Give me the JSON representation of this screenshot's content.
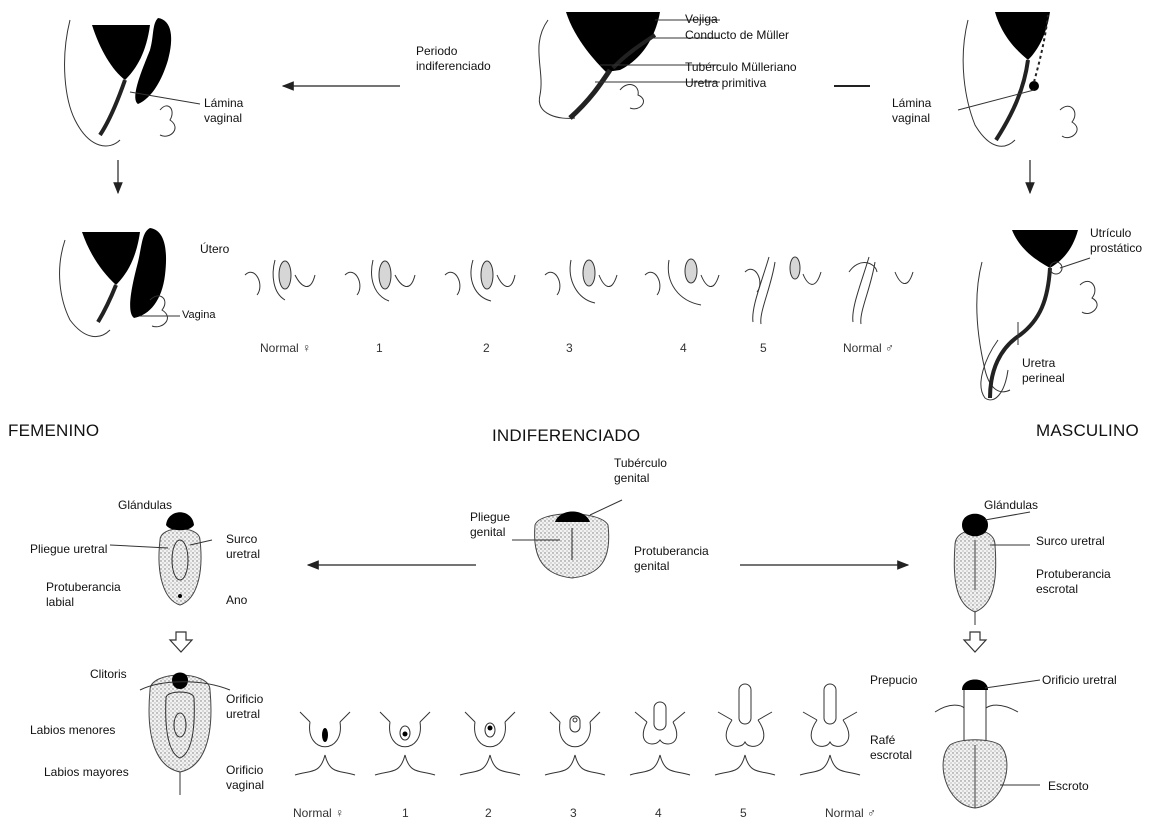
{
  "internal": {
    "top_labels": [
      "Vejiga",
      "Conducto de Müller",
      "Tubérculo Mülleriano",
      "Uretra primitiva"
    ],
    "periodo_label": "Periodo\nindiferenciado",
    "lamina_vaginal_left": "Lámina\nvaginal",
    "lamina_vaginal_right": "Lámina\nvaginal",
    "utero": "Útero",
    "vagina": "Vagina",
    "utriculo": "Utrículo\nprostático",
    "uretra_perineal": "Uretra\nperineal",
    "stages": [
      "Normal ♀",
      "1",
      "2",
      "3",
      "4",
      "5",
      "Normal ♂"
    ]
  },
  "sections": {
    "femenino": "FEMENINO",
    "indiferenciado": "INDIFERENCIADO",
    "masculino": "MASCULINO"
  },
  "external": {
    "tuberculo": "Tubérculo\ngenital",
    "pliegue_genital": "Pliegue\ngenital",
    "protuberancia_genital": "Protuberancia\ngenital",
    "f_glandulas": "Glándulas",
    "f_pliegue_uretral": "Pliegue uretral",
    "f_surco": "Surco\nuretral",
    "f_protuberancia": "Protuberancia\nlabial",
    "f_ano": "Ano",
    "m_glandulas": "Glándulas",
    "m_surco": "Surco uretral",
    "m_protuberancia": "Protuberancia\nescrotal",
    "clitoris": "Clitoris",
    "labios_menores": "Labios menores",
    "labios_mayores": "Labios mayores",
    "orificio_uretral_f": "Orificio\nuretral",
    "orificio_vaginal": "Orificio\nvaginal",
    "prepucio": "Prepucio",
    "rafe": "Rafé\nescrotal",
    "orificio_uretral_m": "Orificio uretral",
    "escroto": "Escroto",
    "stages": [
      "Normal ♀",
      "1",
      "2",
      "3",
      "4",
      "5",
      "Normal ♂"
    ]
  }
}
